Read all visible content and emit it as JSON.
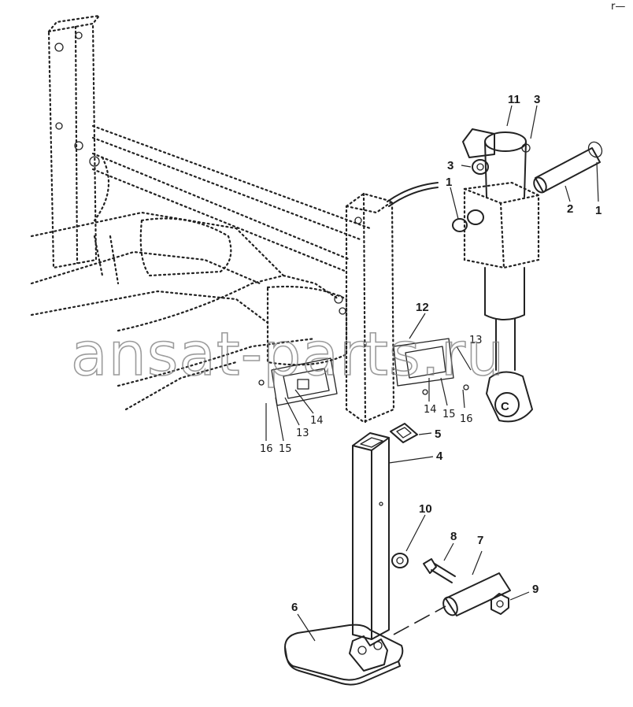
{
  "watermark": "ansat-parts.ru",
  "corner_mark": "r—",
  "callouts": {
    "c1a": "1",
    "c1b": "1",
    "c2": "2",
    "c3a": "3",
    "c3b": "3",
    "c4": "4",
    "c5": "5",
    "c6": "6",
    "c7": "7",
    "c8": "8",
    "c9": "9",
    "c10": "10",
    "c11": "11",
    "c12": "12",
    "c13a": "13",
    "c13b": "13",
    "c14a": "14",
    "c14b": "14",
    "c15a": "15",
    "c15b": "15",
    "c16a": "16",
    "c16b": "16"
  },
  "cylinder_mark": "C"
}
